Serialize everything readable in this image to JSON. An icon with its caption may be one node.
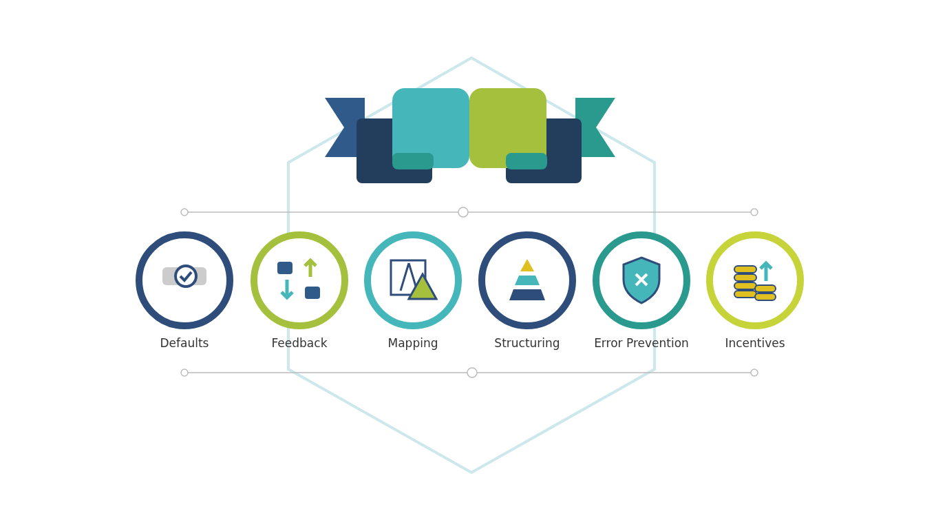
{
  "diagram": {
    "nodes": [
      {
        "text": [
          "Defaults"
        ]
      },
      {
        "text": [
          "Feedback"
        ]
      },
      {
        "text": [
          "Mapping"
        ]
      },
      {
        "text": [
          "Structuring"
        ]
      },
      {
        "text": [
          "Error Prevention"
        ]
      },
      {
        "text": [
          "Incentives"
        ]
      }
    ]
  }
}
